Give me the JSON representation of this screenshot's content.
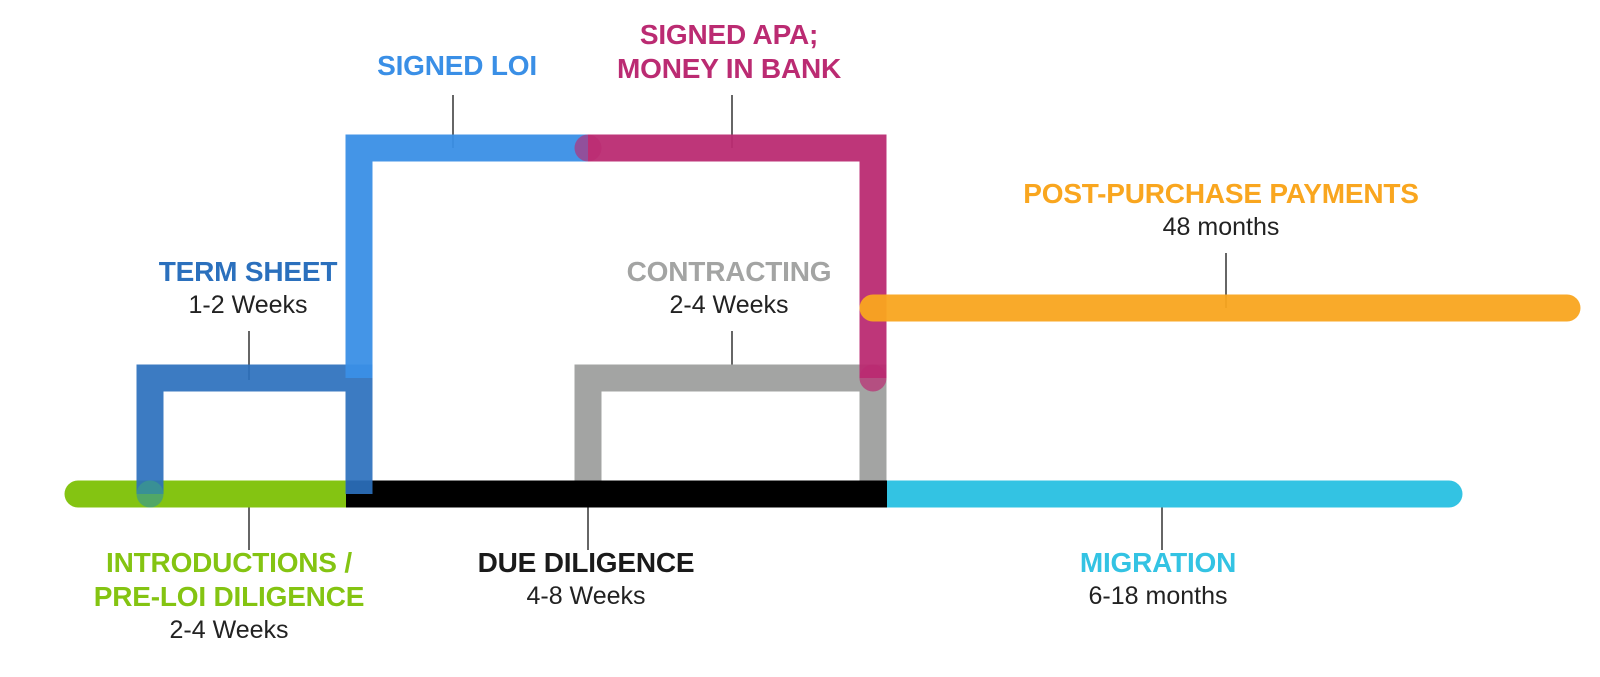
{
  "colors": {
    "introductions": "#84c412",
    "term_sheet": "#2b70bd",
    "signed_loi": "#3a8fe6",
    "signed_apa": "#bb2b72",
    "post_purchase": "#f9a61f",
    "contracting": "#a3a4a3",
    "due_diligence": "#000000",
    "migration": "#33c3e3"
  },
  "labels": {
    "signed_loi": {
      "title": "SIGNED LOI"
    },
    "signed_apa": {
      "title_line1": "SIGNED APA;",
      "title_line2": "MONEY IN BANK"
    },
    "post_purchase": {
      "title": "POST-PURCHASE PAYMENTS",
      "duration": "48 months"
    },
    "term_sheet": {
      "title": "TERM SHEET",
      "duration": "1-2 Weeks"
    },
    "contracting": {
      "title": "CONTRACTING",
      "duration": "2-4 Weeks"
    },
    "introductions": {
      "title_line1": "INTRODUCTIONS /",
      "title_line2": "PRE-LOI DILIGENCE",
      "duration": "2-4 Weeks"
    },
    "due_diligence": {
      "title": "DUE DILIGENCE",
      "duration": "4-8 Weeks"
    },
    "migration": {
      "title": "MIGRATION",
      "duration": "6-18 months"
    }
  }
}
